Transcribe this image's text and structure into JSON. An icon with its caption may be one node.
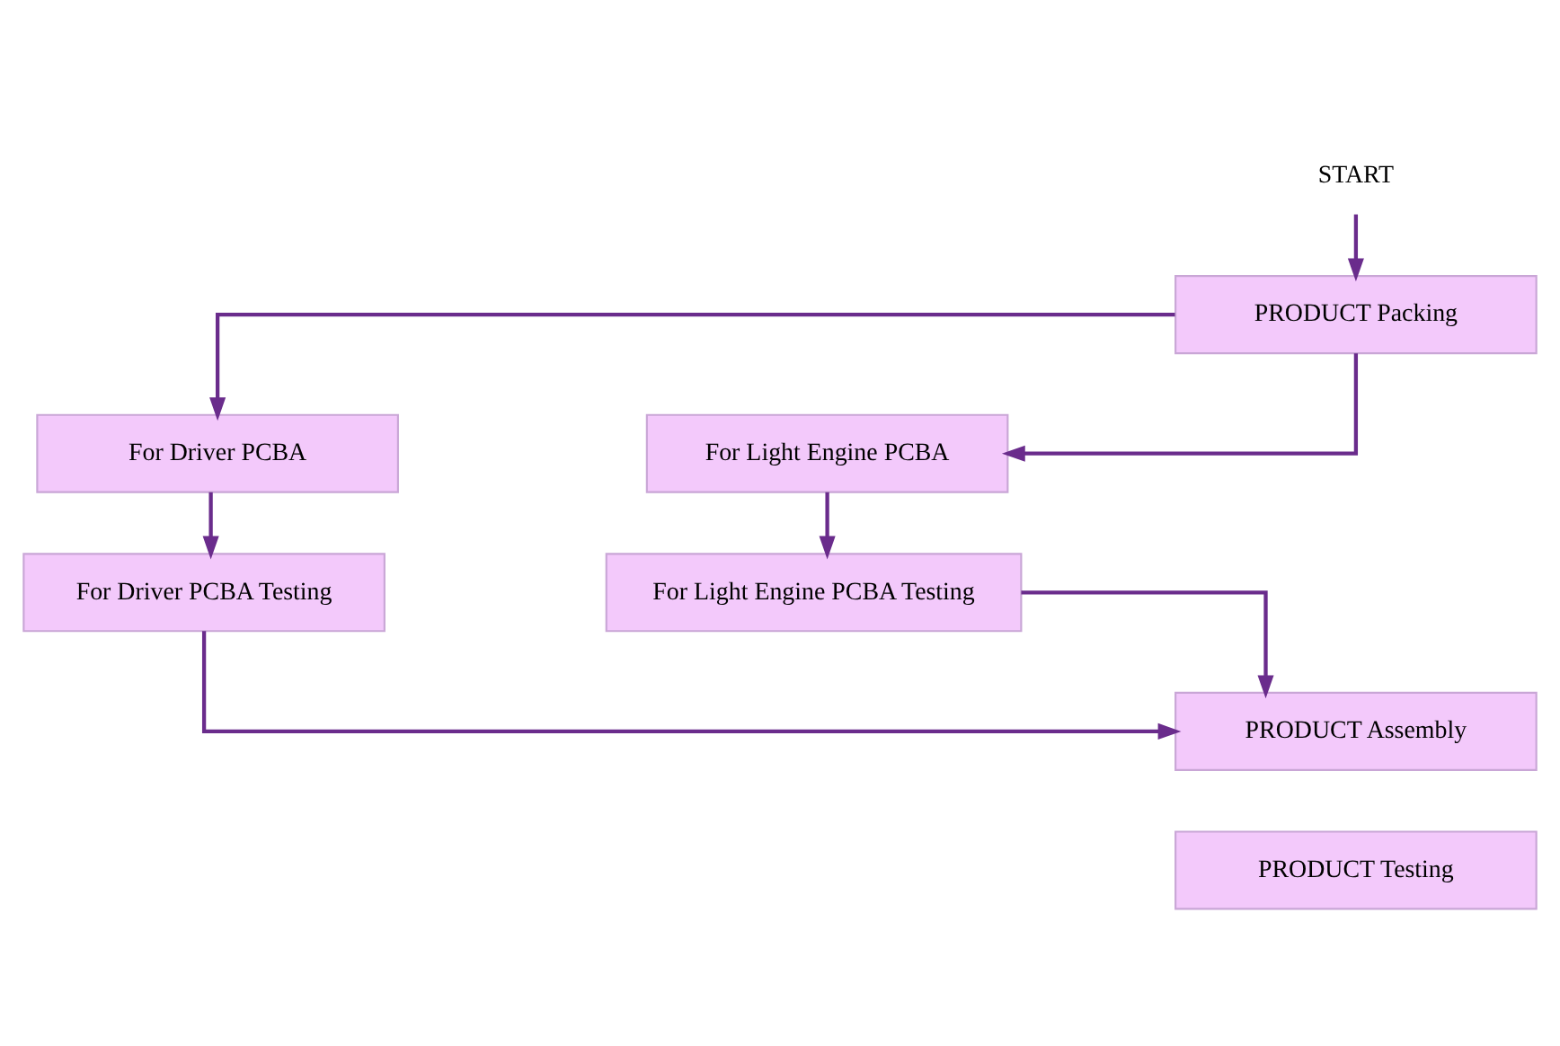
{
  "diagram": {
    "nodes": [
      {
        "text": [
          "START"
        ]
      },
      {
        "text": [
          "PRODUCT Packing"
        ]
      },
      {
        "text": [
          "For Driver PCBA"
        ]
      },
      {
        "text": [
          "For Light Engine PCBA"
        ]
      },
      {
        "text": [
          "For Driver PCBA Testing"
        ]
      },
      {
        "text": [
          "For Light Engine PCBA Testing"
        ]
      },
      {
        "text": [
          "PRODUCT Assembly"
        ]
      },
      {
        "text": [
          "PRODUCT Testing"
        ]
      }
    ],
    "edges": [
      {
        "from": 0,
        "to": 1,
        "arrow": "to"
      },
      {
        "from": 1,
        "to": 2,
        "arrow": "to"
      },
      {
        "from": 1,
        "to": 3,
        "arrow": "to"
      },
      {
        "from": 2,
        "to": 4,
        "arrow": "to"
      },
      {
        "from": 3,
        "to": 5,
        "arrow": "to"
      },
      {
        "from": 4,
        "to": 6,
        "arrow": "to"
      },
      {
        "from": 5,
        "to": 6,
        "arrow": "to"
      }
    ]
  }
}
